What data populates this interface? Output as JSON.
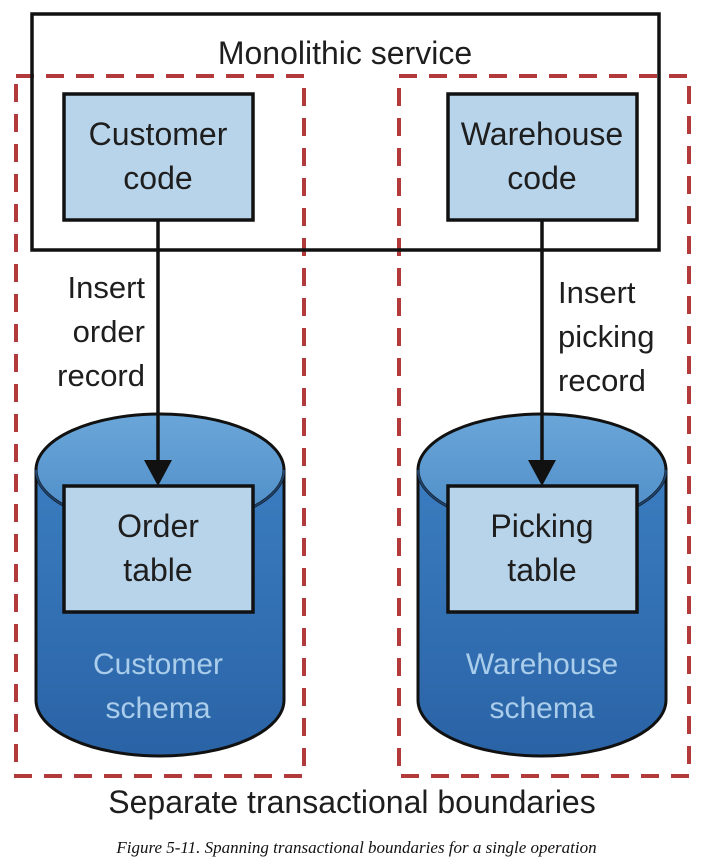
{
  "diagram": {
    "title": "Monolithic service",
    "boundaries_label": "Separate transactional boundaries",
    "modules": [
      {
        "name": [
          "Customer",
          "code"
        ],
        "arrow_label": [
          "Insert",
          "order",
          "record"
        ],
        "table": [
          "Order",
          "table"
        ],
        "schema": [
          "Customer",
          "schema"
        ]
      },
      {
        "name": [
          "Warehouse",
          "code"
        ],
        "arrow_label": [
          "Insert",
          "picking",
          "record"
        ],
        "table": [
          "Picking",
          "table"
        ],
        "schema": [
          "Warehouse",
          "schema"
        ]
      }
    ],
    "colors": {
      "boundary_dash": "#b23a3a",
      "box_fill": "#b8d4ea",
      "cylinder_body": "#2f6fb5",
      "cylinder_top": "#5e9bd1",
      "schema_text": "#a9cdea",
      "outline": "#111111"
    }
  },
  "caption": "Figure 5-11. Spanning transactional boundaries for a single operation"
}
